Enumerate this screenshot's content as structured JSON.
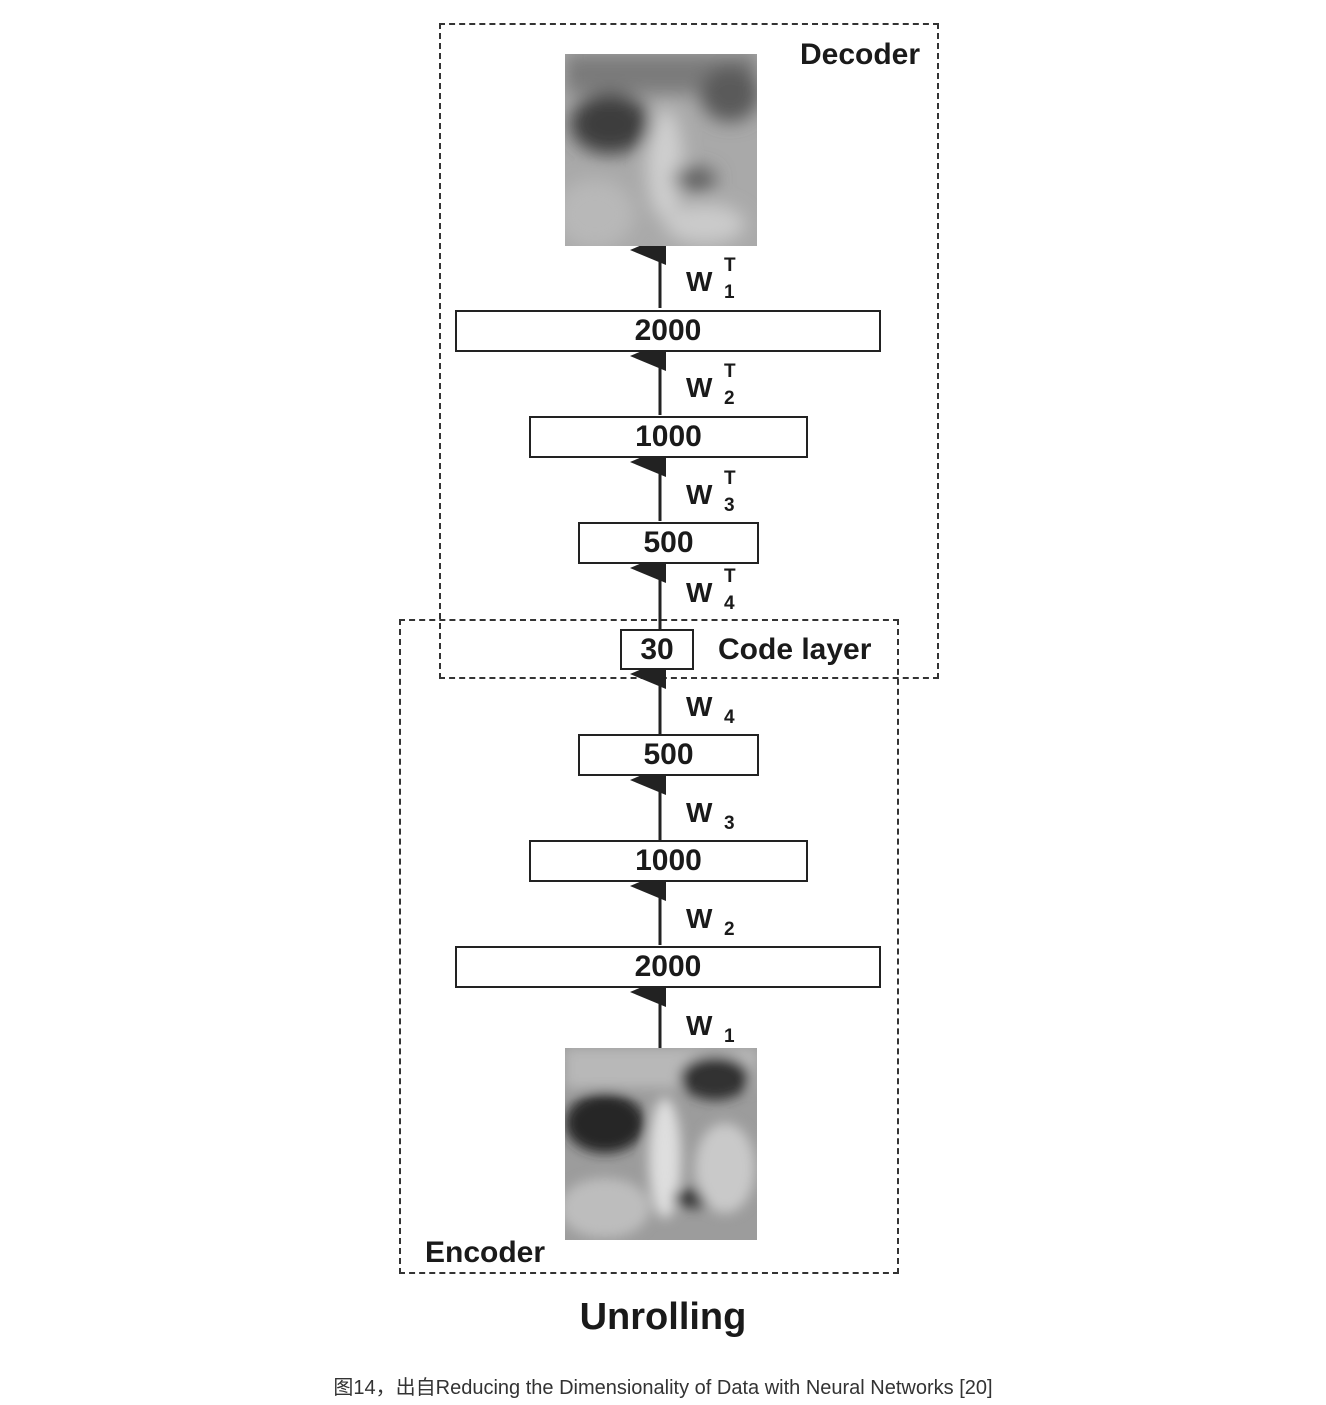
{
  "decoder_label": "Decoder",
  "encoder_label": "Encoder",
  "code_layer_label": "Code layer",
  "title": "Unrolling",
  "caption": "图14，出自Reducing the Dimensionality of Data with Neural Networks [20]",
  "layers": {
    "decoder_2000": "2000",
    "decoder_1000": "1000",
    "decoder_500": "500",
    "code": "30",
    "encoder_500": "500",
    "encoder_1000": "1000",
    "encoder_2000": "2000"
  },
  "weights": {
    "w1t": {
      "base": "W",
      "sub": "1",
      "sup": "T"
    },
    "w2t": {
      "base": "W",
      "sub": "2",
      "sup": "T"
    },
    "w3t": {
      "base": "W",
      "sub": "3",
      "sup": "T"
    },
    "w4t": {
      "base": "W",
      "sub": "4",
      "sup": "T"
    },
    "w4": {
      "base": "W",
      "sub": "4"
    },
    "w3": {
      "base": "W",
      "sub": "3"
    },
    "w2": {
      "base": "W",
      "sub": "2"
    },
    "w1": {
      "base": "W",
      "sub": "1"
    }
  }
}
